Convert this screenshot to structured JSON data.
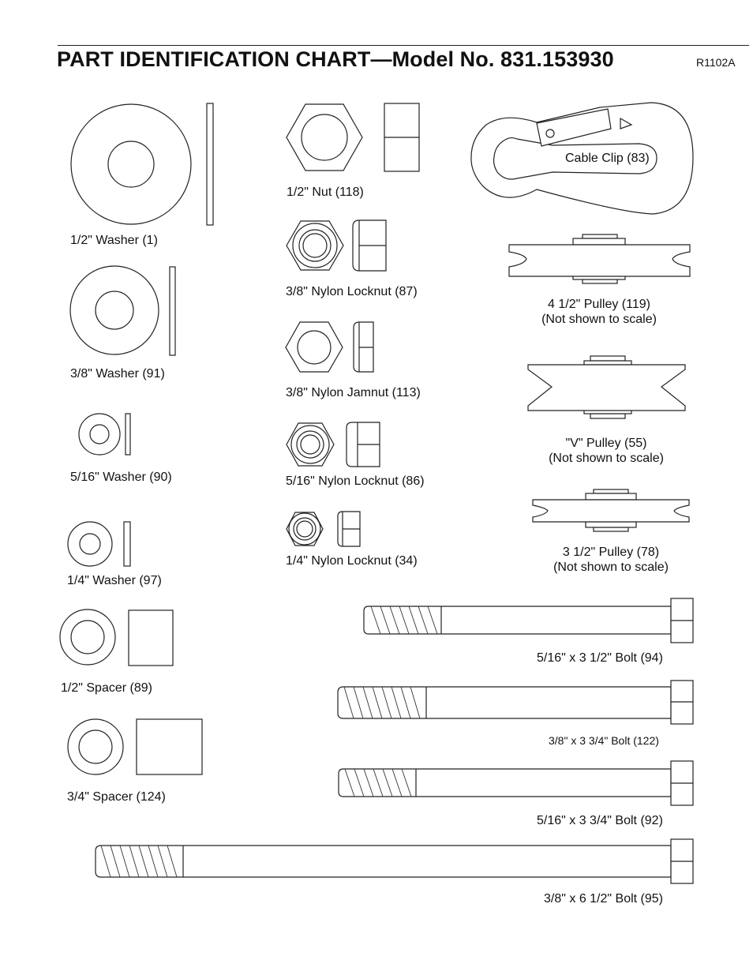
{
  "header": {
    "title": "PART IDENTIFICATION CHART—Model No. 831.153930",
    "code": "R1102A"
  },
  "parts": {
    "washer_half": "1/2\" Washer (1)",
    "washer_3_8": "3/8\" Washer (91)",
    "washer_5_16": "5/16\" Washer (90)",
    "washer_1_4": "1/4\" Washer (97)",
    "spacer_half": "1/2\" Spacer (89)",
    "spacer_3_4": "3/4\" Spacer (124)",
    "nut_half": "1/2\" Nut (118)",
    "locknut_3_8": "3/8\" Nylon Locknut (87)",
    "jamnut_3_8": "3/8\" Nylon Jamnut (113)",
    "locknut_5_16": "5/16\" Nylon Locknut (86)",
    "locknut_1_4": "1/4\" Nylon Locknut (34)",
    "cable_clip": "Cable Clip (83)",
    "pulley_4_5": "4 1/2\" Pulley (119)",
    "pulley_4_5_note": "(Not shown to scale)",
    "pulley_v": "\"V\" Pulley (55)",
    "pulley_v_note": "(Not shown to scale)",
    "pulley_3_5": "3 1/2\" Pulley (78)",
    "pulley_3_5_note": "(Not shown to scale)",
    "bolt_94": "5/16\" x 3 1/2\" Bolt (94)",
    "bolt_122": "3/8\" x 3 3/4\" Bolt (122)",
    "bolt_92": "5/16\" x 3 3/4\" Bolt (92)",
    "bolt_95": "3/8\" x 6 1/2\" Bolt (95)"
  }
}
